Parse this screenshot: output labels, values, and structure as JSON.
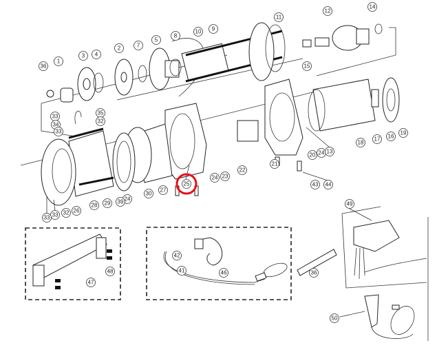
{
  "diagram": {
    "type": "exploded parts diagram (winch)",
    "highlighted_part": "25",
    "highlight_color": "#e8101a",
    "part_labels": [
      "36",
      "1",
      "3",
      "4",
      "2",
      "7",
      "5",
      "8",
      "10",
      "9",
      "11",
      "12",
      "14",
      "15",
      "33",
      "35",
      "34",
      "32",
      "33",
      "22",
      "23",
      "24",
      "25",
      "27",
      "30",
      "24",
      "39",
      "29",
      "28",
      "26",
      "32",
      "33",
      "33",
      "21",
      "20",
      "24",
      "13",
      "18",
      "17",
      "16",
      "19",
      "43",
      "44",
      "48",
      "47",
      "42",
      "41",
      "46",
      "36",
      "49",
      "50"
    ]
  }
}
